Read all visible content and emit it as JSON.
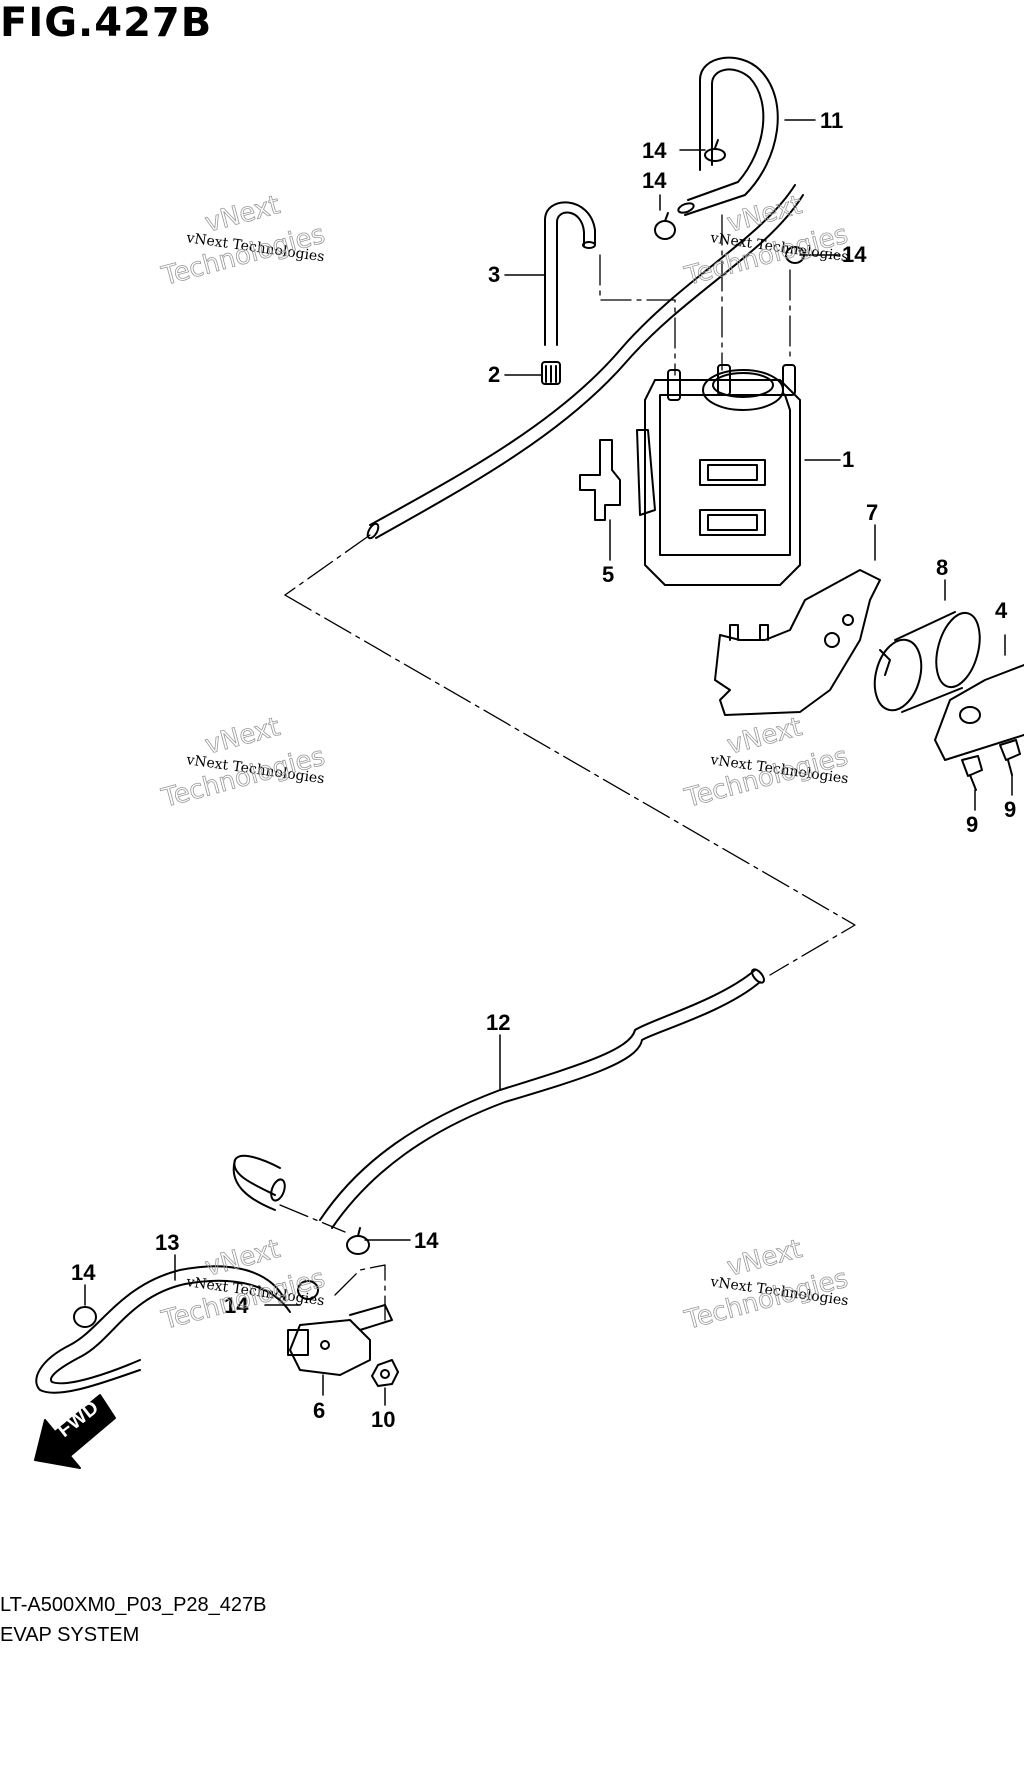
{
  "figure": {
    "title": "FIG.427B",
    "code": "LT-A500XM0_P03_P28_427B",
    "name": "EVAP SYSTEM"
  },
  "watermark": {
    "line1": "vNext Technologies",
    "line2": "vNext",
    "line3": "Technologies"
  },
  "callouts": [
    {
      "id": "c1",
      "label": "1"
    },
    {
      "id": "c2",
      "label": "2"
    },
    {
      "id": "c3",
      "label": "3"
    },
    {
      "id": "c4",
      "label": "4"
    },
    {
      "id": "c5",
      "label": "5"
    },
    {
      "id": "c6",
      "label": "6"
    },
    {
      "id": "c7",
      "label": "7"
    },
    {
      "id": "c8",
      "label": "8"
    },
    {
      "id": "c9a",
      "label": "9"
    },
    {
      "id": "c9b",
      "label": "9"
    },
    {
      "id": "c10",
      "label": "10"
    },
    {
      "id": "c11",
      "label": "11"
    },
    {
      "id": "c12",
      "label": "12"
    },
    {
      "id": "c13",
      "label": "13"
    },
    {
      "id": "c14a",
      "label": "14"
    },
    {
      "id": "c14b",
      "label": "14"
    },
    {
      "id": "c14c",
      "label": "14"
    },
    {
      "id": "c14d",
      "label": "14"
    },
    {
      "id": "c14e",
      "label": "14"
    },
    {
      "id": "c14f",
      "label": "14"
    }
  ],
  "fwd_label": "FWD"
}
